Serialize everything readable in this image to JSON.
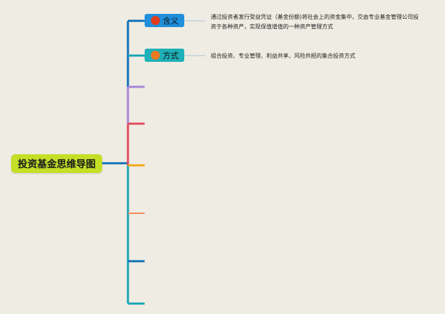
{
  "root": {
    "label": "投资基金思维导图",
    "color": "#c3e027"
  },
  "topics": [
    {
      "label": "含义",
      "box_color": "#1f8fdc",
      "icon": "red-dot-icon",
      "icon_color": "#e03c1e",
      "note": "通过投资者发行受益凭证（基金份额)将社会上的资金集中，交由专业基金管理公司投资于各种资产，实现保值增值的一种资产管理方式"
    },
    {
      "label": "方式",
      "box_color": "#1fb0b7",
      "icon": "orange-dot-icon",
      "icon_color": "#ec7a21",
      "note": "组合投资、专业管理、利益共享、风险共担的集合投资方式"
    }
  ],
  "colors": {
    "trunk": "#0d6fb8",
    "trunk_lower": "#15a6b4",
    "branch_purple": "#a585d8",
    "branch_red": "#e04a5e",
    "branch_yellow": "#f2a81b",
    "branch_orange": "#f58a5a",
    "branch_blue": "#0d6fb8",
    "branch_teal": "#15a6b4",
    "connector": "#a8c6d8"
  }
}
